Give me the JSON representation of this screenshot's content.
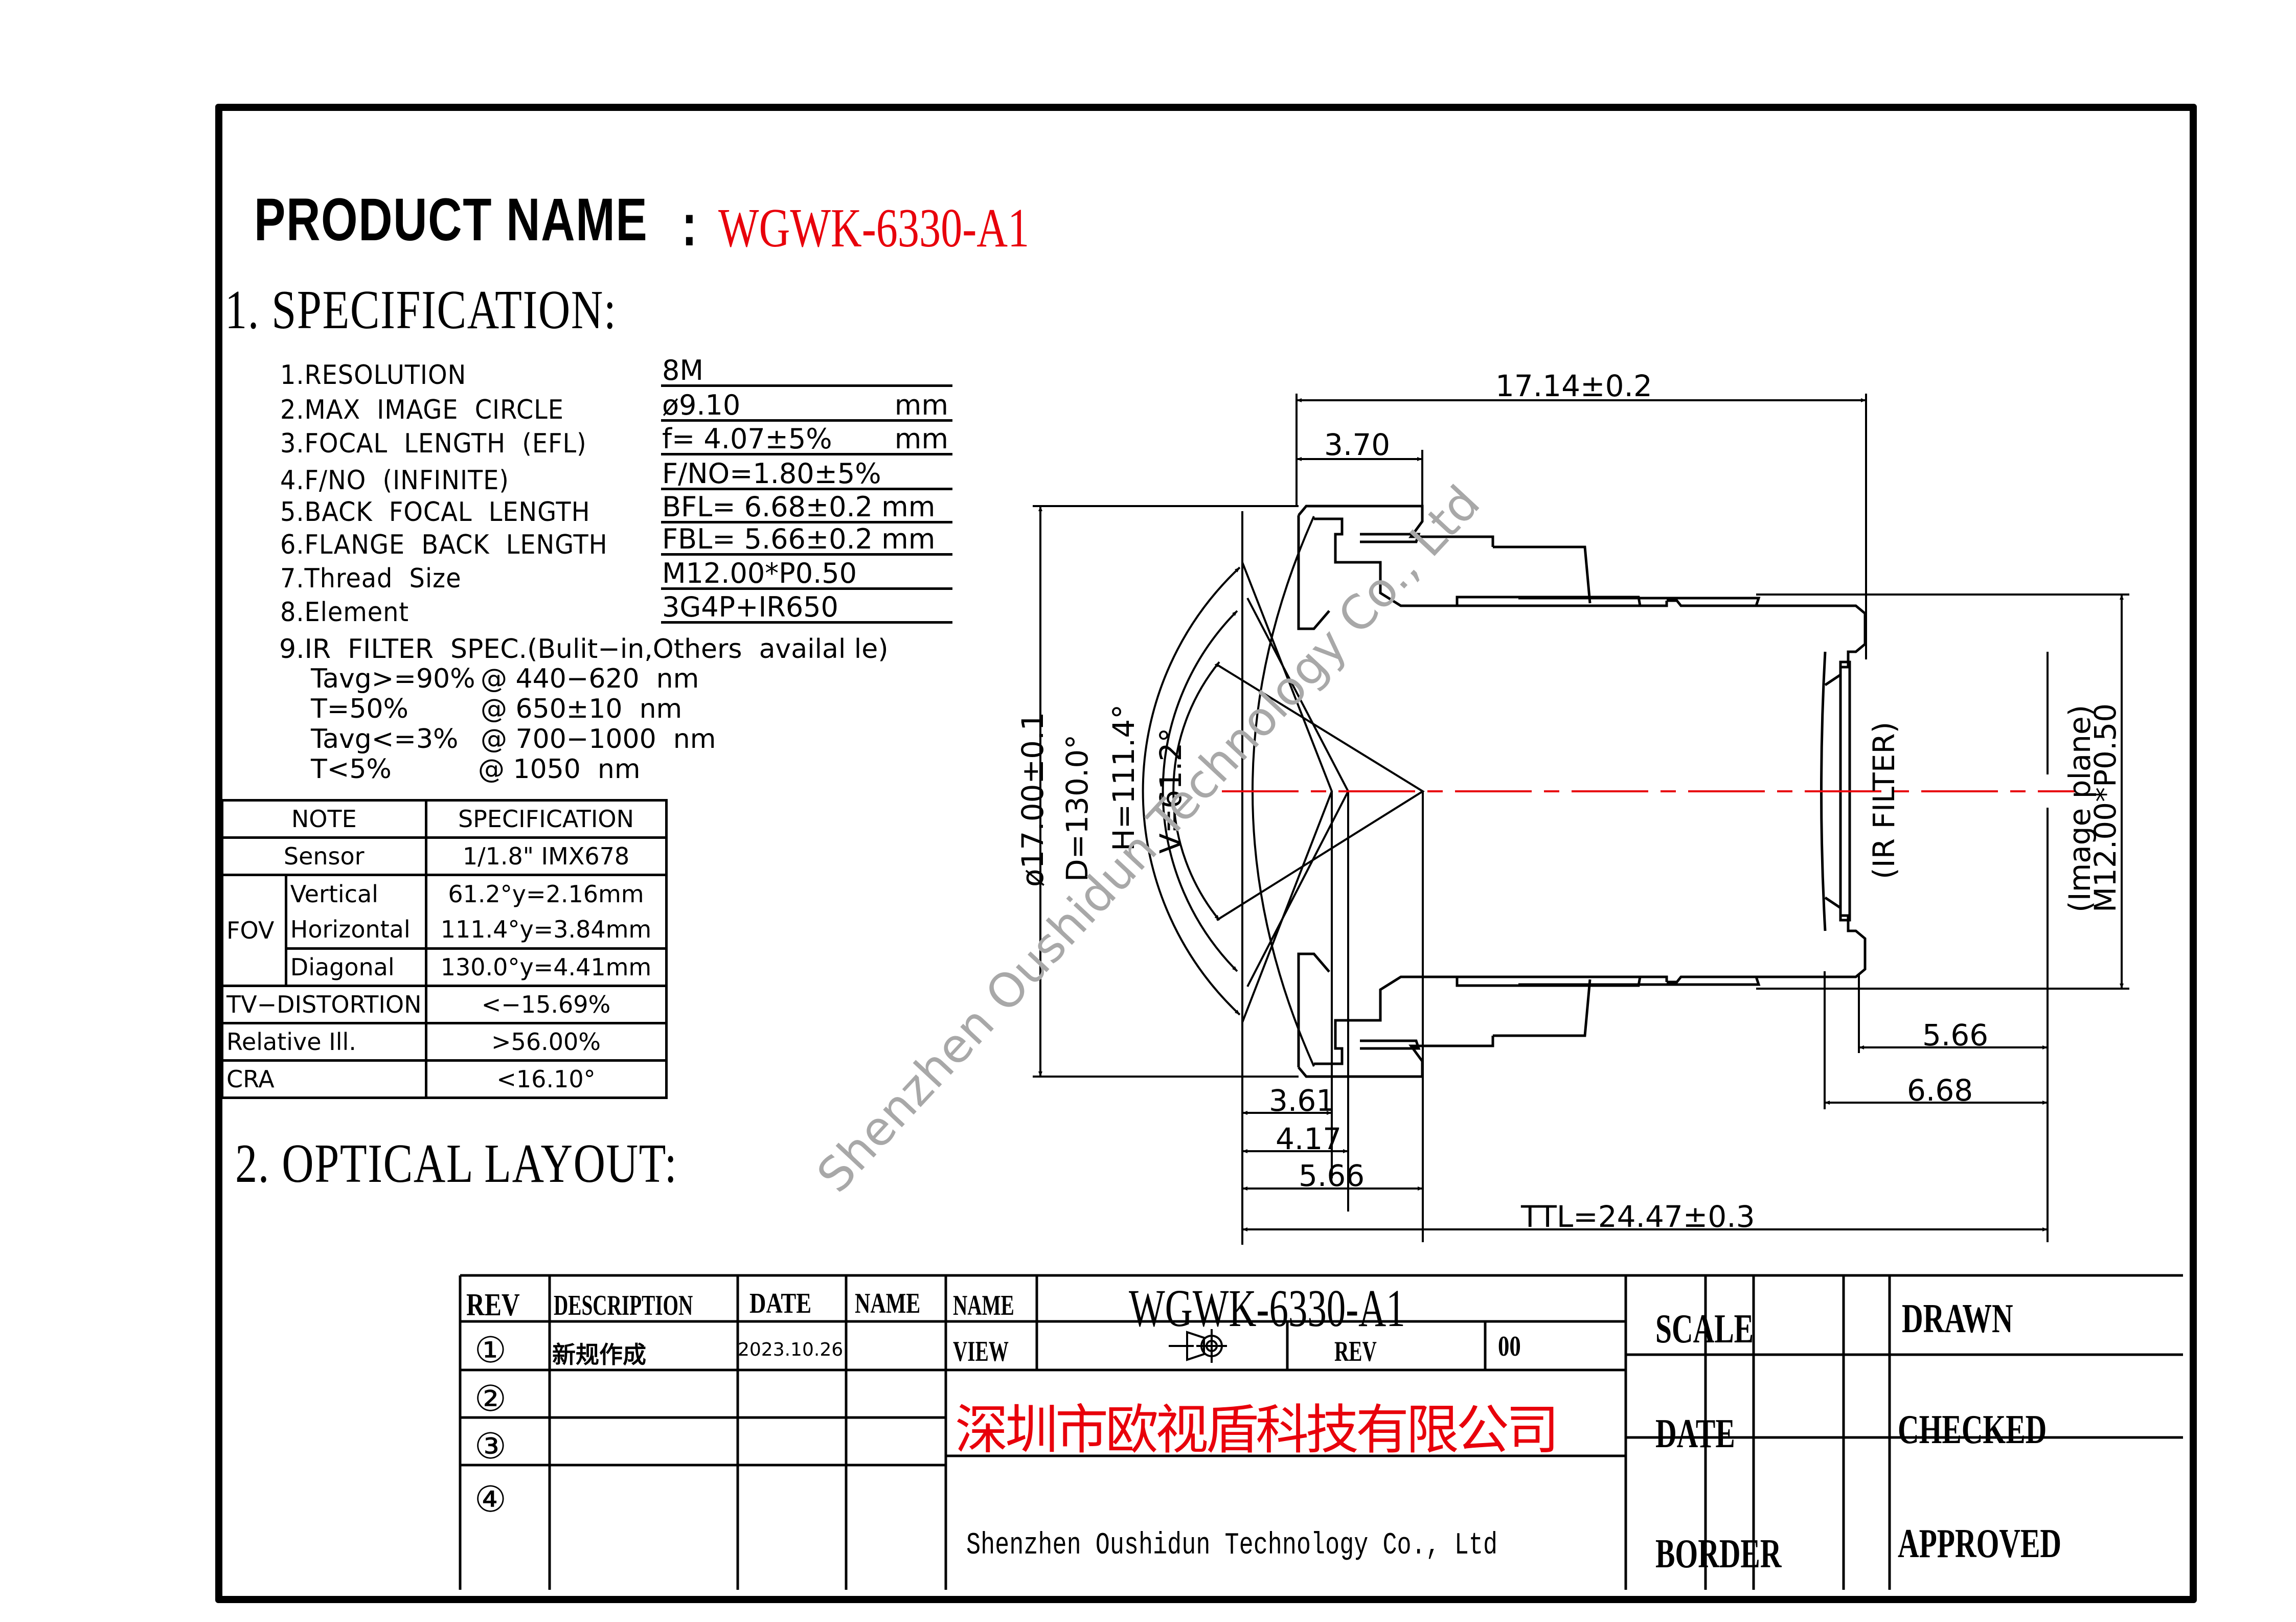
{
  "header": {
    "product_label": "PRODUCT  NAME",
    "separator": ":",
    "product_name": "WGWK-6330-A1",
    "product_name_color": "#e8000b"
  },
  "specification": {
    "heading": "1. SPECIFICATION:",
    "items": [
      {
        "label": "1.RESOLUTION",
        "value": "8M",
        "unit": ""
      },
      {
        "label": "2.MAX  IMAGE  CIRCLE",
        "value": "ø9.10",
        "unit": "mm"
      },
      {
        "label": "3.FOCAL  LENGTH  (EFL)",
        "value": "f= 4.07±5%",
        "unit": "mm"
      },
      {
        "label": "4.F/NO  (INFINITE)",
        "value": "F/NO=1.80±5%",
        "unit": ""
      },
      {
        "label": "5.BACK  FOCAL  LENGTH",
        "value": "BFL= 6.68±0.2 mm",
        "unit": ""
      },
      {
        "label": "6.FLANGE  BACK  LENGTH",
        "value": "FBL= 5.66±0.2 mm",
        "unit": ""
      },
      {
        "label": "7.Thread  Size",
        "value": "M12.00*P0.50",
        "unit": ""
      },
      {
        "label": "8.Element",
        "value": "3G4P+IR650",
        "unit": ""
      }
    ],
    "ir_filter": {
      "title": "9.IR  FILTER  SPEC.(Bulit−in,Others  availal le)",
      "lines": [
        {
          "cond": "Tavg>=90%",
          "at": "@ 440−620  nm"
        },
        {
          "cond": "T=50%",
          "at": "@ 650±10  nm"
        },
        {
          "cond": "Tavg<=3%",
          "at": "@ 700−1000  nm"
        },
        {
          "cond": "T<5%",
          "at": "@ 1050  nm"
        }
      ]
    }
  },
  "note_table": {
    "headers": [
      "NOTE",
      "SPECIFICATION"
    ],
    "sensor": {
      "label": "Sensor",
      "value": "1/1.8\"  IMX678"
    },
    "fov": {
      "label": "FOV",
      "rows": [
        {
          "label": "Vertical",
          "value": "61.2°y=2.16mm"
        },
        {
          "label": "Horizontal",
          "value": "111.4°y=3.84mm"
        },
        {
          "label": "Diagonal",
          "value": "130.0°y=4.41mm"
        }
      ]
    },
    "rows": [
      {
        "label": "TV−DISTORTION",
        "value": "<−15.69%"
      },
      {
        "label": "Relative  Ill.",
        "value": ">56.00%"
      },
      {
        "label": "CRA",
        "value": "<16.10°"
      }
    ]
  },
  "optical_layout": {
    "heading": "2. OPTICAL  LAYOUT:",
    "dimensions": {
      "overall_length": "17.14±0.2",
      "front_length": "3.70",
      "diameter": "ø17.00±0.1",
      "fov_d": "D=130.0°",
      "fov_h": "H=111.4°",
      "fov_v": "V=61.2°",
      "ir_filter_label": "(IR  FILTER)",
      "image_plane_label": "(Image  plane)",
      "thread": "M12.00*P0.50",
      "fbl": "5.66",
      "bfl": "6.68",
      "d1": "3.61",
      "d2": "4.17",
      "d3": "5.66",
      "ttl": "TTL=24.47±0.3"
    },
    "axis_color": "#e8000b"
  },
  "watermark": "Shenzhen  Oushidun  Technology  Co.,  Ltd",
  "title_block": {
    "revision_headers": [
      "REV",
      "DESCRIPTION",
      "DATE",
      "NAME"
    ],
    "revisions": [
      {
        "rev": "①",
        "description": "新规作成",
        "date": "2023.10.26",
        "name": ""
      },
      {
        "rev": "②",
        "description": "",
        "date": "",
        "name": ""
      },
      {
        "rev": "③",
        "description": "",
        "date": "",
        "name": ""
      },
      {
        "rev": "④",
        "description": "",
        "date": "",
        "name": ""
      }
    ],
    "name_label": "NAME",
    "name_value": "WGWK-6330-A1",
    "view_label": "VIEW",
    "rev_label": "REV",
    "rev_value": "00",
    "company_cn": "深圳市欧视盾科技有限公司",
    "company_cn_color": "#e8000b",
    "company_en": "Shenzhen  Oushidun  Technology  Co.,  Ltd",
    "scale_label": "SCALE",
    "scale_value": "",
    "date_label": "DATE",
    "date_value": "",
    "border_label": "BORDER",
    "border_value": "",
    "drawn_label": "DRAWN",
    "drawn_value": "",
    "checked_label": "CHECKED",
    "checked_value": "",
    "approved_label": "APPROVED",
    "approved_value": ""
  }
}
